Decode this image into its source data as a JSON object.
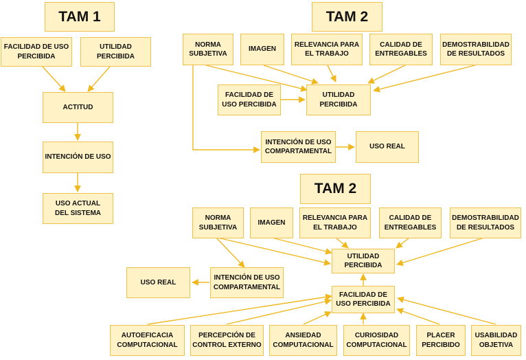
{
  "tam1": {
    "title": "TAM 1",
    "facilidad": "FACILIDAD DE USO\nPERCIBIDA",
    "utilidad": "UTILIDAD\nPERCIBIDA",
    "actitud": "ACTITUD",
    "intencion": "INTENCIÓN DE USO",
    "uso_actual": "USO ACTUAL\nDEL SISTEMA"
  },
  "tam2_top": {
    "title": "TAM 2",
    "norma": "NORMA\nSUBJETIVA",
    "imagen": "IMAGEN",
    "relevancia": "RELEVANCIA PARA\nEL TRABAJO",
    "calidad": "CALIDAD DE\nENTREGABLES",
    "demostrabilidad": "DEMOSTRABILIDAD\nDE RESULTADOS",
    "facilidad": "FACILIDAD DE\nUSO PERCIBIDA",
    "utilidad": "UTILIDAD\nPERCIBIDA",
    "intencion": "INTENCIÓN DE USO\nCOMPARTAMENTAL",
    "uso_real": "USO REAL"
  },
  "tam2_bottom": {
    "title": "TAM 2",
    "norma": "NORMA\nSUBJETIVA",
    "imagen": "IMAGEN",
    "relevancia": "RELEVANCIA PARA\nEL TRABAJO",
    "calidad": "CALIDAD DE\nENTREGABLES",
    "demostrabilidad": "DEMOSTRABILIDAD\nDE RESULTADOS",
    "utilidad": "UTILIDAD\nPERCIBIDA",
    "intencion": "INTENCIÓN DE USO\nCOMPARTAMENTAL",
    "uso_real": "USO REAL",
    "facilidad": "FACILIDAD DE\nUSO PERCIBIDA",
    "autoeficacia": "AUTOEFICACIA\nCOMPUTACIONAL",
    "percepcion": "PERCEPCIÓN DE\nCONTROL EXTERNO",
    "ansiedad": "ANSIEDAD\nCOMPUTACIONAL",
    "curiosidad": "CURIOSIDAD\nCOMPUTACIONAL",
    "placer": "PLACER\nPERCIBIDO",
    "usabilidad": "USABILIDAD\nOBJETIVA"
  },
  "colors": {
    "box_fill": "#fff2c6",
    "box_border": "#efc04a",
    "arrow": "#efb81f"
  }
}
